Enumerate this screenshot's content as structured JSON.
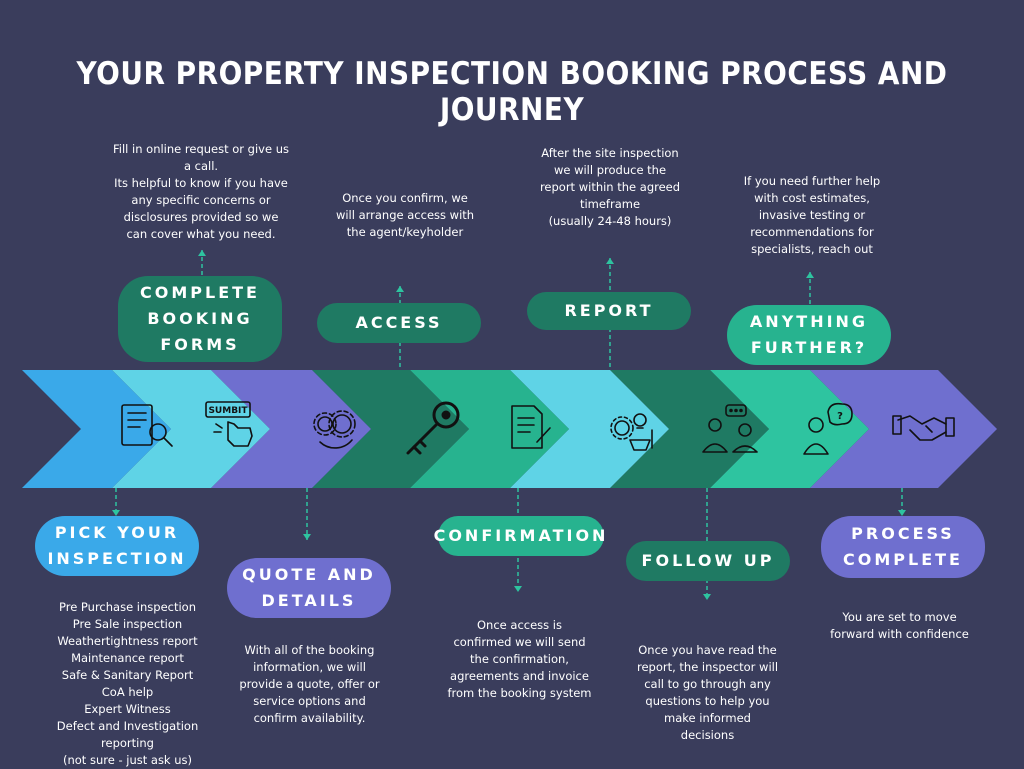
{
  "title": "YOUR PROPERTY INSPECTION BOOKING PROCESS AND JOURNEY",
  "colors": {
    "background": "#3a3d5c",
    "light_blue": "#3aa9e9",
    "cyan": "#5fd3e6",
    "purple": "#6f6fcf",
    "dark_green": "#1f7a63",
    "green": "#27b38f",
    "teal": "#2ec4a0"
  },
  "top_steps": [
    {
      "label": "COMPLETE\nBOOKING\nFORMS",
      "description": [
        "Fill in online request or give us",
        "a call.",
        "Its helpful to know if you have",
        "any specific concerns or",
        "disclosures provided so we",
        "can cover what you need."
      ]
    },
    {
      "label": "ACCESS",
      "description": [
        "Once you confirm, we",
        "will arrange access with",
        "the agent/keyholder"
      ]
    },
    {
      "label": "REPORT",
      "description": [
        "After the site inspection",
        "we will produce the",
        "report within the agreed",
        "timeframe",
        "(usually 24-48 hours)"
      ]
    },
    {
      "label": "ANYTHING\nFURTHER?",
      "description": [
        "If you need further help",
        "with cost estimates,",
        "invasive testing or",
        "recommendations for",
        "specialists, reach out"
      ]
    }
  ],
  "bottom_steps": [
    {
      "label": "PICK YOUR\nINSPECTION",
      "description": [
        "Pre Purchase inspection",
        "Pre Sale inspection",
        "Weathertightness report",
        "Maintenance report",
        "Safe & Sanitary Report",
        "CoA help",
        "Expert Witness",
        "Defect and Investigation",
        "reporting",
        "(not sure - just ask us)"
      ]
    },
    {
      "label": "QUOTE AND\nDETAILS",
      "description": [
        "With all of the booking",
        "information, we will",
        "provide a quote,  offer or",
        "service options and",
        "confirm availability."
      ]
    },
    {
      "label": "CONFIRMATION",
      "description": [
        "Once access is",
        "confirmed we will send",
        "the confirmation,",
        "agreements and invoice",
        "from the booking system"
      ]
    },
    {
      "label": "FOLLOW UP",
      "description": [
        "Once you have read the",
        "report, the inspector will",
        "call to go through any",
        "questions to help you",
        "make informed",
        "decisions"
      ]
    },
    {
      "label": "PROCESS\nCOMPLETE",
      "description": [
        "You are set to move",
        "forward with confidence"
      ]
    }
  ],
  "chevron_icons": [
    "form-magnifier-icon",
    "submit-button-icon",
    "gears-icon",
    "key-icon",
    "document-pen-icon",
    "ideas-gears-icon",
    "conversation-icon",
    "thinking-person-icon",
    "handshake-icon"
  ],
  "submit_icon_text": "SUMBIT"
}
